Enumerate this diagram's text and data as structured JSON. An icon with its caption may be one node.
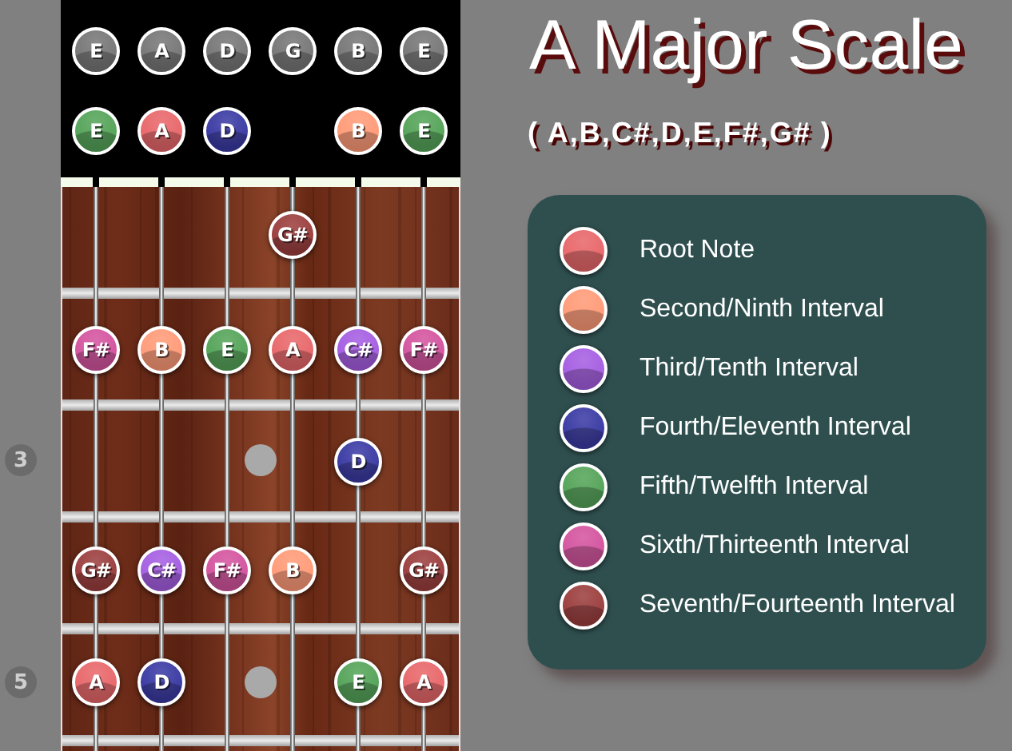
{
  "diagram": {
    "title": "A Major Scale",
    "nodes": [
      {
        "text": [
          "E"
        ]
      },
      {
        "text": [
          "A"
        ]
      },
      {
        "text": [
          "D"
        ]
      },
      {
        "text": [
          "G"
        ]
      },
      {
        "text": [
          "B"
        ]
      },
      {
        "text": [
          "E"
        ]
      },
      {
        "text": [
          "E"
        ]
      },
      {
        "text": [
          "A"
        ]
      },
      {
        "text": [
          "D"
        ]
      },
      {
        "text": [
          "B"
        ]
      },
      {
        "text": [
          "E"
        ]
      },
      {
        "text": [
          "G#"
        ]
      },
      {
        "text": [
          "F#"
        ]
      },
      {
        "text": [
          "B"
        ]
      },
      {
        "text": [
          "E"
        ]
      },
      {
        "text": [
          "A"
        ]
      },
      {
        "text": [
          "C#"
        ]
      },
      {
        "text": [
          "F#"
        ]
      },
      {
        "text": [
          "D"
        ]
      },
      {
        "text": [
          "G#"
        ]
      },
      {
        "text": [
          "C#"
        ]
      },
      {
        "text": [
          "F#"
        ]
      },
      {
        "text": [
          "B"
        ]
      },
      {
        "text": [
          "G#"
        ]
      },
      {
        "text": [
          "A"
        ]
      },
      {
        "text": [
          "D"
        ]
      },
      {
        "text": [
          "E"
        ]
      },
      {
        "text": [
          "A"
        ]
      }
    ],
    "labels": [
      "( A,B,C#,D,E,F#,G# )",
      "3",
      "5"
    ],
    "legend": [
      {
        "text": "Root Note",
        "color": "#e8676a"
      },
      {
        "text": "Second/Ninth Interval",
        "color": "#ff9b78"
      },
      {
        "text": "Third/Tenth Interval",
        "color": "#a55ee2"
      },
      {
        "text": "Fourth/Eleventh Interval",
        "color": "#3a3aa4"
      },
      {
        "text": "Fifth/Twelfth Interval",
        "color": "#55a459"
      },
      {
        "text": "Sixth/Thirteenth Interval",
        "color": "#d4549f"
      },
      {
        "text": "Seventh/Fourteenth Interval",
        "color": "#9c3e3e"
      }
    ]
  }
}
